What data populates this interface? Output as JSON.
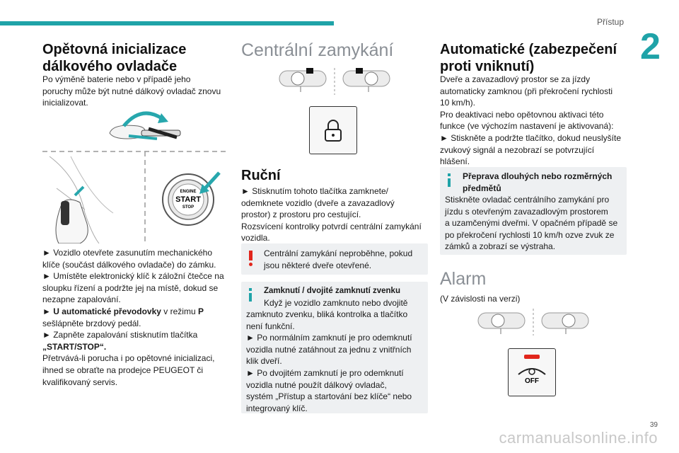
{
  "header": {
    "section": "Přístup",
    "chapter": "2"
  },
  "col1": {
    "title_l1": "Opětovná inicializace",
    "title_l2": "dálkového ovladače",
    "intro_l1": "Po výměně baterie nebo v případě jeho",
    "intro_l2": "poruchy může být nutné dálkový ovladač znovu",
    "intro_l3": "inicializovat.",
    "engine_btn": [
      "ENGINE",
      "START",
      "STOP"
    ],
    "s1_l1": "► Vozidlo otevřete zasunutím mechanického",
    "s1_l2": "klíče (součást dálkového ovladače) do zámku.",
    "s2_l1": "► Umístěte elektronický klíč k záložní čtečce na",
    "s2_l2": "sloupku řízení a podržte jej na místě, dokud se",
    "s2_l3": "nezapne zapalování.",
    "s3_prefix": "► U automatické převodovky",
    "s3_mid": " v režimu ",
    "s3_p": "P",
    "s3_l2": "sešlápněte brzdový pedál.",
    "s4_l1": "► Zapněte zapalování stisknutím tlačítka",
    "s4_l2": "„START/STOP“.",
    "s5_l1": "Přetrvává-li porucha i po opětovné inicializaci,",
    "s5_l2": "ihned se obraťte na prodejce PEUGEOT či",
    "s5_l3": "kvalifikovaný servis."
  },
  "col2": {
    "title": "Centrální zamykání",
    "manual_title": "Ruční",
    "m_l1": "► Stisknutím tohoto tlačítka zamknete/",
    "m_l2": "odemknete vozidlo (dveře a zavazadlový",
    "m_l3": "prostor) z prostoru pro cestující.",
    "m_l4": "Rozsvícení kontrolky potvrdí centrální zamykání",
    "m_l5": "vozidla.",
    "warn_l1": "Centrální zamykání neproběhne, pokud",
    "warn_l2": "jsou některé dveře otevřené.",
    "info_title": "Zamknutí / dvojité zamknutí zvenku",
    "i_l1": "Když je vozidlo zamknuto nebo dvojitě",
    "i_l2": "zamknuto zvenku, bliká kontrolka a tlačítko",
    "i_l3": "není funkční.",
    "i_l4": "► Po normálním zamknutí je pro odemknutí",
    "i_l5": "vozidla nutné zatáhnout za jednu z vnitřních",
    "i_l6": "klik dveří.",
    "i_l7": "► Po dvojitém zamknutí je pro odemknutí",
    "i_l8": "vozidla nutné použít dálkový ovladač,",
    "i_l9": "systém „Přístup a startování bez klíče“ nebo",
    "i_l10": "integrovaný klíč."
  },
  "col3": {
    "title_l1": "Automatické (zabezpečení",
    "title_l2": "proti vniknutí)",
    "a_l1": "Dveře a zavazadlový prostor se za jízdy",
    "a_l2": "automaticky zamknou (při překročení rychlosti",
    "a_l3": "10 km/h).",
    "a_l4": "Pro deaktivaci nebo opětovnou aktivaci této",
    "a_l5": "funkce (ve výchozím nastavení je aktivovaná):",
    "a_l6": "► Stiskněte a podržte tlačítko, dokud neuslyšíte",
    "a_l7": "zvukový signál a nezobrazí se potvrzující",
    "a_l8": "hlášení.",
    "info_t1": "Přeprava dlouhých nebo rozměrných",
    "info_t2": "předmětů",
    "n_l1": "Stiskněte ovladač centrálního zamykání pro",
    "n_l2": "jízdu s otevřeným zavazadlovým prostorem",
    "n_l3": "a uzamčenými dveřmi. V opačném případě se",
    "n_l4": "po překročení rychlosti 10 km/h ozve zvuk ze",
    "n_l5": "zámků a zobrazí se výstraha.",
    "alarm_title": "Alarm",
    "alarm_sub": "(V závislosti na verzi)",
    "off_label": "OFF"
  },
  "footer": {
    "page": "39",
    "site": "carmanualsonline.info"
  }
}
